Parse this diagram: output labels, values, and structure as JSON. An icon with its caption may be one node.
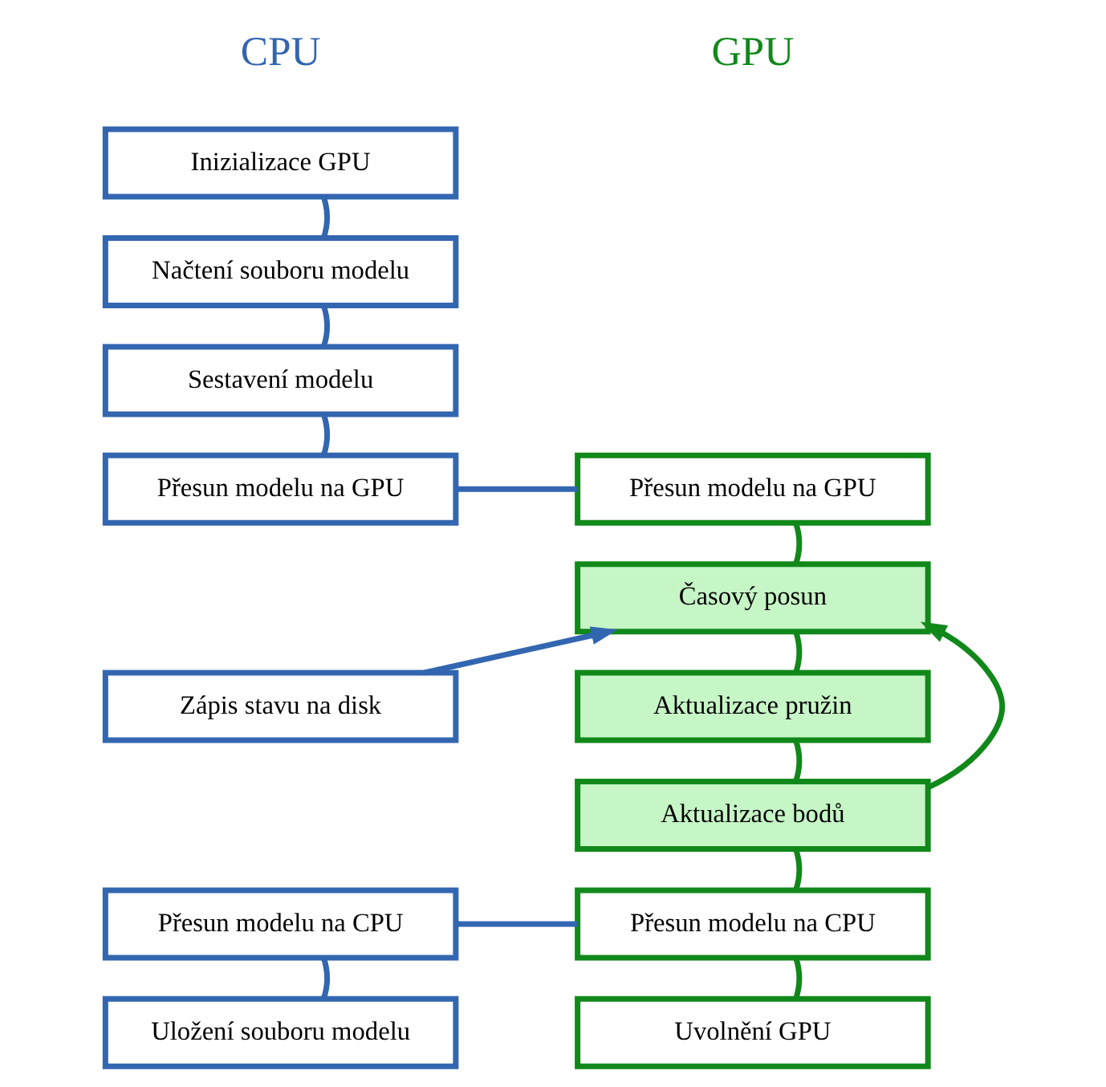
{
  "diagram": {
    "nodes": [
      {
        "text": [
          "Inizializace GPU"
        ]
      },
      {
        "text": [
          "Načtení souboru modelu"
        ]
      },
      {
        "text": [
          "Sestavení modelu"
        ]
      },
      {
        "text": [
          "Přesun modelu na GPU"
        ]
      },
      {
        "text": [
          "Přesun modelu na GPU"
        ]
      },
      {
        "text": [
          "Časový posun"
        ]
      },
      {
        "text": [
          "Aktualizace pružin"
        ]
      },
      {
        "text": [
          "Aktualizace bodů"
        ]
      },
      {
        "text": [
          "Zápis stavu na disk"
        ]
      },
      {
        "text": [
          "Přesun modelu na CPU"
        ]
      },
      {
        "text": [
          "Přesun modelu na CPU"
        ]
      },
      {
        "text": [
          "Uložení souboru modelu"
        ]
      },
      {
        "text": [
          "Uvolnění GPU"
        ]
      }
    ],
    "edges": [
      {
        "from": 0,
        "to": 1,
        "arrow": "none"
      },
      {
        "from": 1,
        "to": 2,
        "arrow": "none"
      },
      {
        "from": 2,
        "to": 3,
        "arrow": "none"
      },
      {
        "from": 3,
        "to": 4,
        "arrow": "none"
      },
      {
        "from": 4,
        "to": 5,
        "arrow": "none",
        "color": "#11881a"
      },
      {
        "from": 5,
        "to": 6,
        "arrow": "none",
        "color": "#11881a"
      },
      {
        "from": 6,
        "to": 7,
        "arrow": "none",
        "color": "#11881a"
      },
      {
        "from": 7,
        "to": 5,
        "arrow": "to",
        "color": "#11881a"
      },
      {
        "from": 8,
        "to": 5,
        "arrow": "to"
      },
      {
        "from": 7,
        "to": 10,
        "arrow": "none",
        "color": "#11881a"
      },
      {
        "from": 9,
        "to": 10,
        "arrow": "none"
      },
      {
        "from": 9,
        "to": 11,
        "arrow": "none"
      },
      {
        "from": 10,
        "to": 12,
        "arrow": "none",
        "color": "#11881a"
      }
    ],
    "labels": [
      "CPU",
      "GPU"
    ]
  }
}
